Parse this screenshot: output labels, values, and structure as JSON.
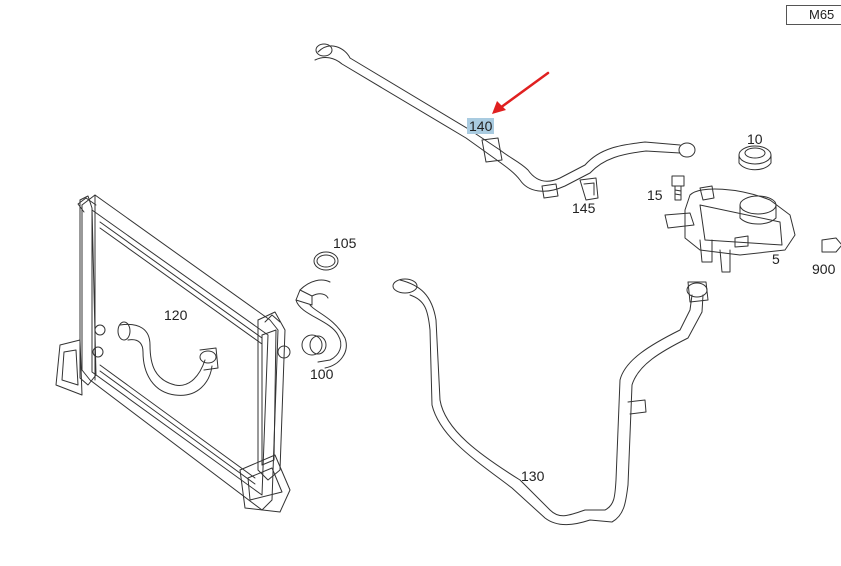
{
  "model_code": "M65",
  "parts": {
    "p140": "140",
    "p10": "10",
    "p15": "15",
    "p145": "145",
    "p105": "105",
    "p120": "120",
    "p100": "100",
    "p130": "130",
    "p5": "5",
    "p900": "900"
  },
  "highlighted_part": "140",
  "colors": {
    "highlight": "#a9cbe0",
    "arrow": "#e02020",
    "line": "#333333"
  }
}
